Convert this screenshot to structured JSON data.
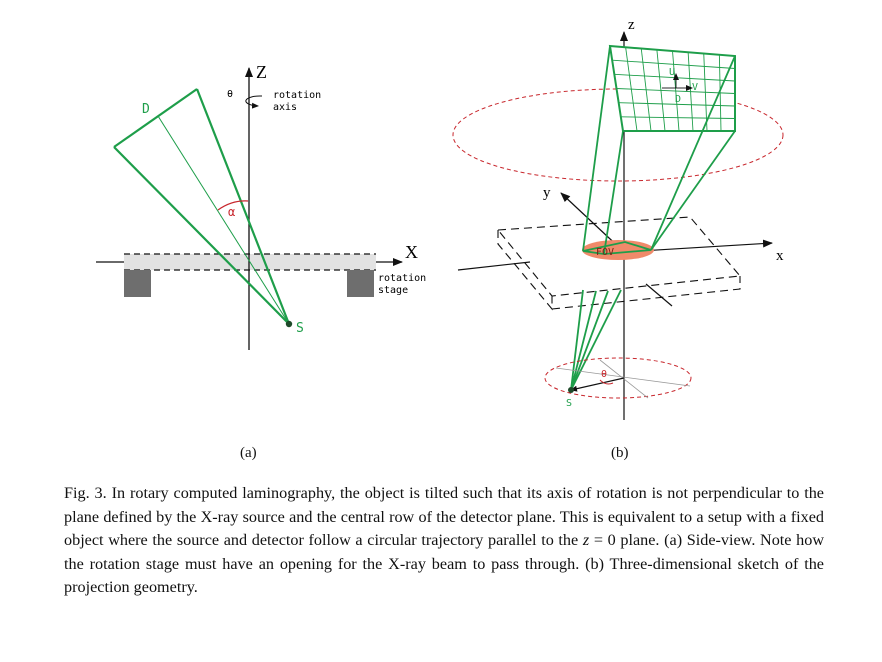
{
  "panel_a": {
    "axis_z": "Z",
    "axis_x": "X",
    "theta": "θ",
    "rotation_axis_1": "rotation",
    "rotation_axis_2": "axis",
    "detector": "D",
    "alpha": "α",
    "source": "S",
    "stage_1": "rotation",
    "stage_2": "stage",
    "sublabel": "(a)"
  },
  "panel_b": {
    "axis_z": "z",
    "axis_y": "y",
    "axis_x": "x",
    "u": "U",
    "v": "V",
    "d": "D",
    "fov": "FOV",
    "theta": "θ",
    "source": "S",
    "sublabel": "(b)"
  },
  "caption": {
    "p1": "Fig. 3. In rotary computed laminography, the object is tilted such that its axis of rotation is not perpendicular to the plane defined by the X-ray source and the central row of the detector plane. This is equivalent to a setup with a fixed object where the source and detector follow a circular trajectory parallel to the ",
    "z_var": "z",
    "p2": " = 0 plane. (a) Side-view. Note how the rotation stage must have an opening for the X-ray beam to pass through. (b) Three-dimensional sketch of the projection geometry."
  },
  "colors": {
    "green": "#1e9e4a",
    "red": "#c8272d",
    "fov": "#f08a6a",
    "stage_gray": "#e2e2e2",
    "foot_gray": "#6e6e6e"
  }
}
